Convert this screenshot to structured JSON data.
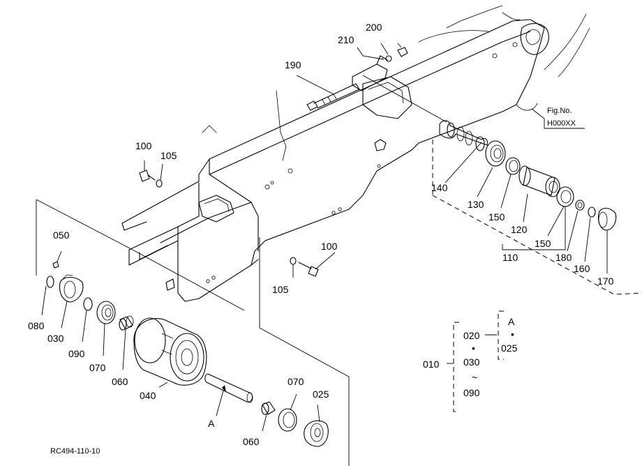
{
  "drawing_code": "RC494-110-10",
  "figure_ref": {
    "label": "Fig.No.",
    "value": "H000XX"
  },
  "parts": {
    "p010": "010",
    "p020": "020",
    "p025": "025",
    "p025b": "025",
    "p030": "030",
    "p030b": "030",
    "p040": "040",
    "p050": "050",
    "p060": "060",
    "p060b": "060",
    "p070": "070",
    "p070b": "070",
    "p080": "080",
    "p090": "090",
    "p090b": "090",
    "p100": "100",
    "p100b": "100",
    "p105": "105",
    "p105b": "105",
    "p110": "110",
    "p120": "120",
    "p130": "130",
    "p140": "140",
    "p150": "150",
    "p150b": "150",
    "p160": "160",
    "p170": "170",
    "p180": "180",
    "p190": "190",
    "p200": "200",
    "p210": "210"
  },
  "refs": {
    "a1": "A",
    "a2": "A",
    "dot1": "•",
    "dot2": "•",
    "tilde": "~"
  }
}
